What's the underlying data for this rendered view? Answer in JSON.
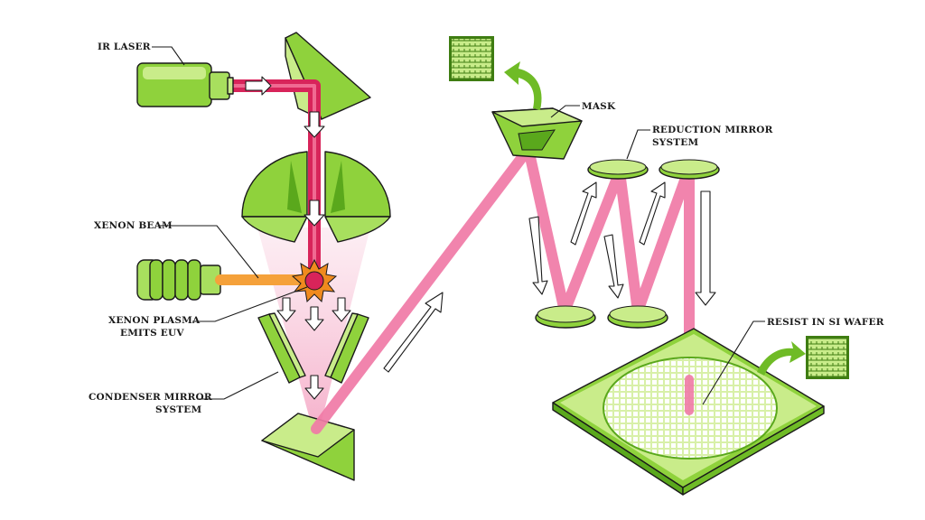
{
  "labels": {
    "ir_laser": "IR LASER",
    "xenon_beam": "XENON BEAM",
    "xenon_plasma_1": "XENON PLASMA",
    "xenon_plasma_2": "EMITS EUV",
    "condenser_1": "CONDENSER MIRROR",
    "condenser_2": "SYSTEM",
    "mask": "MASK",
    "reduction_1": "REDUCTION MIRROR",
    "reduction_2": "SYSTEM",
    "resist": "RESIST IN SI WAFER"
  },
  "colors": {
    "green_light": "#c9ec8a",
    "green": "#8fd23c",
    "green_dark": "#5aa81c",
    "laser_red": "#d8245a",
    "euv_pink": "#f07aa6",
    "xenon_orange": "#f5a13a",
    "plasma_orange": "#f08a1e",
    "cone_pink": "#f9cfe0",
    "outline": "#1a1a1a"
  }
}
